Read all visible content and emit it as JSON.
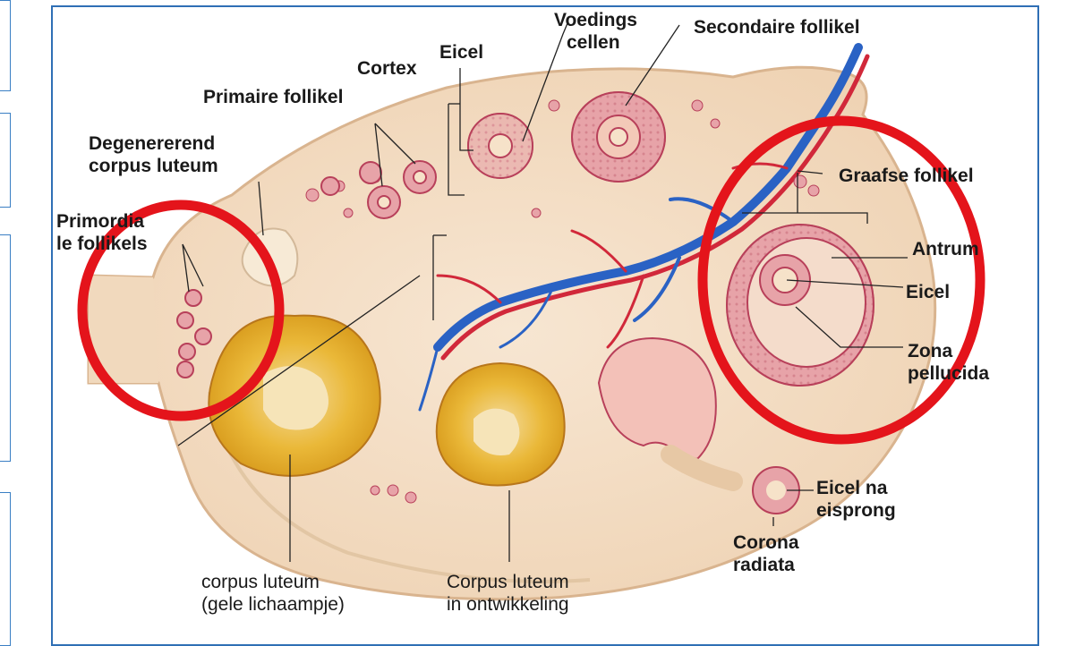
{
  "diagram": {
    "labels": {
      "voedingscellen_1": "Voedings",
      "voedingscellen_2": "cellen",
      "secondaire_follikel": "Secondaire follikel",
      "cortex": "Cortex",
      "eicel_top": "Eicel",
      "primaire_follikel": "Primaire follikel",
      "degenererend_1": "Degenererend",
      "degenererend_2": "corpus luteum",
      "primordiale_1": "Primordia",
      "primordiale_2": "le follikels",
      "graafse_follikel": "Graafse follikel",
      "antrum": "Antrum",
      "eicel_right": "Eicel",
      "zona_1": "Zona",
      "zona_2": "pellucida",
      "eicel_na_1": "Eicel na",
      "eicel_na_2": "eisprong",
      "corona_1": "Corona",
      "corona_2": "radiata",
      "corpus_luteum_1": "corpus luteum",
      "corpus_luteum_2": "(gele lichaampje)",
      "corpus_ontw_1": "Corpus luteum",
      "corpus_ontw_2": "in ontwikkeling"
    },
    "colors": {
      "tissue": "#f3dcc0",
      "tissue_edge": "#d9b48f",
      "follicle": "#e7a3a8",
      "follicle_dark": "#b8405a",
      "corpus": "#e9bb2e",
      "artery": "#d1283a",
      "vein": "#2a62c4",
      "highlight_circle": "#e4141b",
      "frame": "#2f6fb5"
    }
  }
}
